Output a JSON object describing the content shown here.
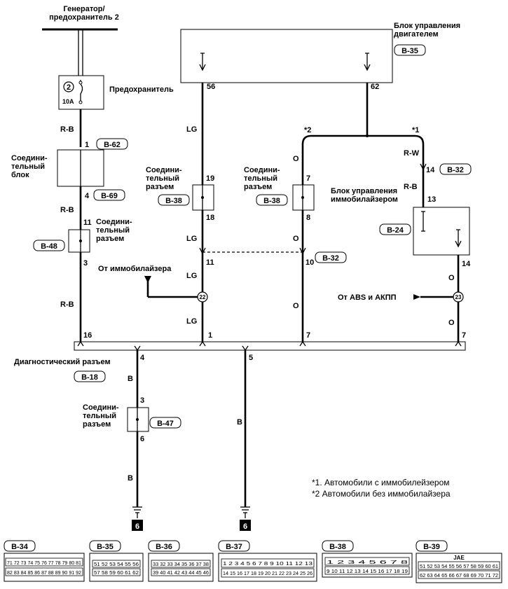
{
  "components": {
    "generator": "Генератор/\nпредохранитель 2",
    "ecu": "Блок управления\nдвигателем",
    "ecu_ref": "B-35",
    "fuse": "Предохранитель",
    "fuse_num": "2",
    "fuse_amp": "10A",
    "joint_block": "Соедини-\nтельный\nблок",
    "conn_left": "Соедини-\nтельный\nразъем",
    "conn_mid": "Соедини-\nтельный\nразъем",
    "conn_right": "Соедини-\nтельный\nразъем",
    "conn_bottom": "Соедини-\nтельный\nразъем",
    "immo_ecu": "Блок управления\nиммобилайзером",
    "from_immo": "От иммобилайзера",
    "from_abs": "От ABS и АКПП",
    "diag_conn": "Диагностический разъем"
  },
  "refs": {
    "b62": "B-62",
    "b69": "B-69",
    "b48": "B-48",
    "b38a": "B-38",
    "b38b": "B-38",
    "b32a": "B-32",
    "b32b": "B-32",
    "b24": "B-24",
    "b18": "B-18",
    "b47": "B-47"
  },
  "wires": {
    "rb1": "R-B",
    "rb2": "R-B",
    "rb3": "R-B",
    "rb4": "R-B",
    "lg1": "LG",
    "lg2": "LG",
    "lg3": "LG",
    "lg4": "LG",
    "o1": "O",
    "o2": "O",
    "o3": "O",
    "o4": "O",
    "o5": "O",
    "rw": "R-W",
    "b1": "B",
    "b2": "B",
    "b3": "B"
  },
  "pins": {
    "p56": "56",
    "p62": "62",
    "p1": "1",
    "p4": "4",
    "p11": "11",
    "p3": "3",
    "p16": "16",
    "p19": "19",
    "p18": "18",
    "p11b": "11",
    "p1b": "1",
    "p7": "7",
    "p8": "8",
    "p10": "10",
    "p7b": "7",
    "p14": "14",
    "p13": "13",
    "p14b": "14",
    "p7c": "7",
    "d4": "4",
    "d5": "5",
    "c3": "3",
    "c6": "6",
    "s2": "*2",
    "s1": "*1",
    "j22": "22",
    "j23": "23"
  },
  "ground": {
    "g1": "6",
    "g2": "6"
  },
  "notes": {
    "n1": "*1. Автомобили с иммобилейзером",
    "n2": "*2  Автомобили без иммобилайзера"
  },
  "connectors": {
    "c34": "B-34",
    "c35": "B-35",
    "c36": "B-36",
    "c37": "B-37",
    "c38": "B-38",
    "c39": "B-39",
    "jae": "JAE",
    "c34_top": "71 72 73 74 75 76 77 78 79 80 81",
    "c34_bot": "82 83 84 85 86 87 88 89 90 91 92",
    "c35_top": "51 52 53 54 55 56",
    "c35_bot": "57 58 59 60 61 62",
    "c36_top": "33 32 33 34 35 36 37 38",
    "c36_bot": "39 40 41 42 43 44 45 46",
    "c37_top": "1 2 3 4 5 6 7 8 9 10 11 12 13",
    "c37_bot": "14 15 16 17 18 19 20 21 22 23 24 25 26",
    "c38_top": "1 2 3 4 5 6 7 8",
    "c38_bot": "9 10 11 12 13 14 15 16 17 18 19",
    "c39_top": "51 52 53 54 55 56 57 58 59 60 61",
    "c39_bot": "62 63 64 65 66 67 68 69 70 71 72"
  }
}
